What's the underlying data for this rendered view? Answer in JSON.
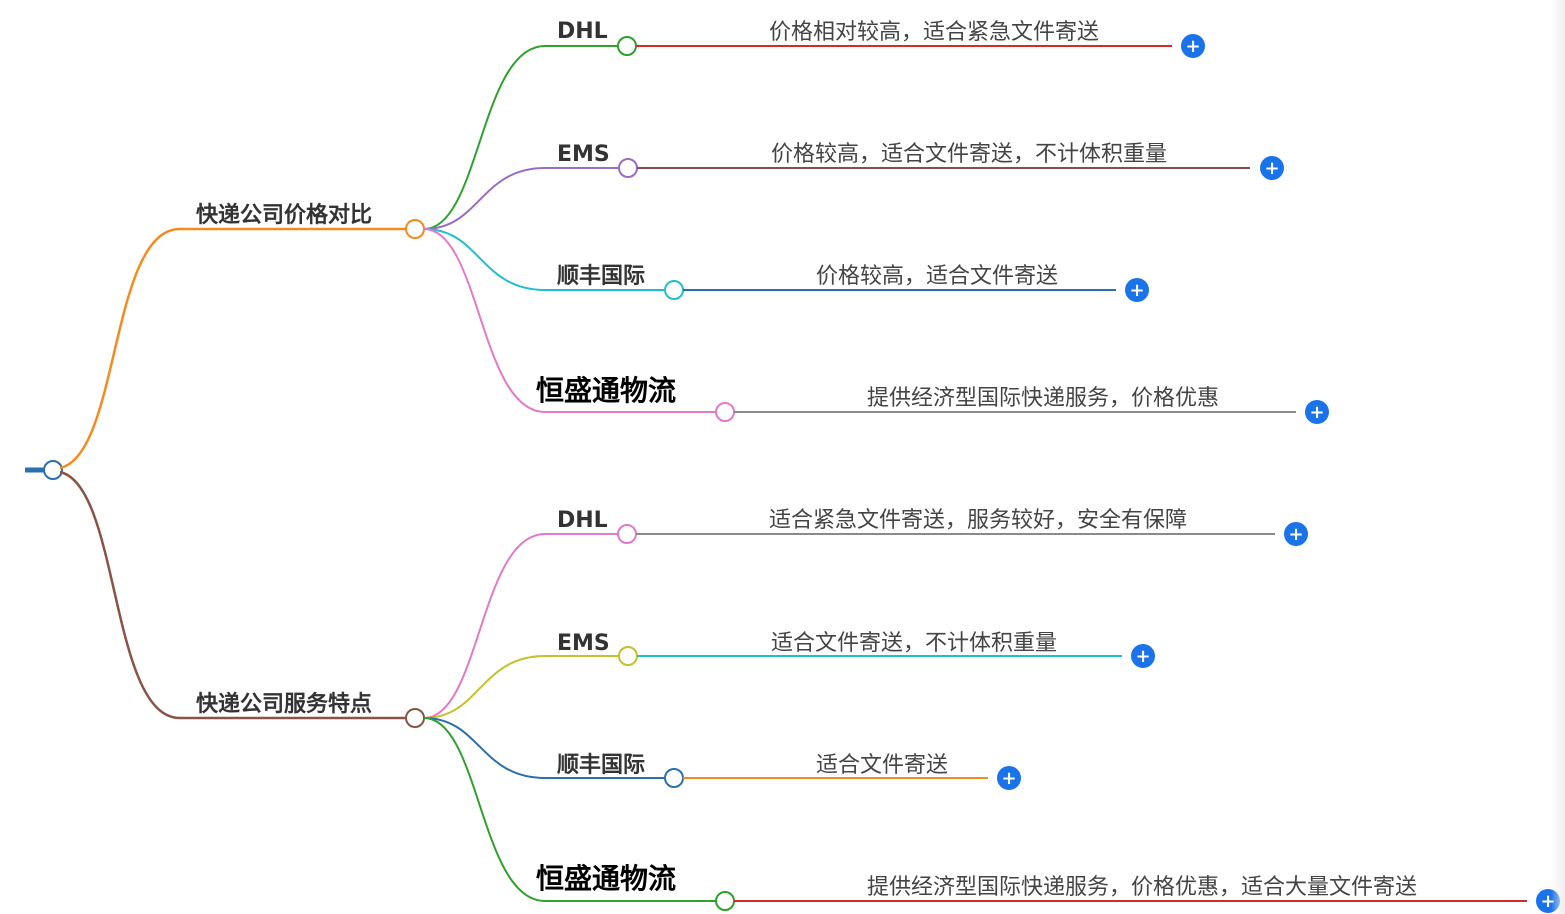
{
  "colors": {
    "root": "#2a6fb0",
    "expand_button": "#1a73e8",
    "text": "#333333"
  },
  "expand_symbol": "+",
  "branches": [
    {
      "label": "快递公司价格对比",
      "color": "#f38b1f",
      "items": [
        {
          "company": "DHL",
          "text": "价格相对较高，适合紧急文件寄送",
          "color": "#2ea12e",
          "line_color": "#d62a2a"
        },
        {
          "company": "EMS",
          "text": "价格较高，适合文件寄送，不计体积重量",
          "color": "#9b6cc5",
          "line_color": "#8e4a4a"
        },
        {
          "company": "顺丰国际",
          "text": "价格较高，适合文件寄送",
          "color": "#1fbfcf",
          "line_color": "#2a6fb0"
        },
        {
          "company": "恒盛通物流",
          "text": "提供经济型国际快递服务，价格优惠",
          "color": "#e27ac8",
          "line_color": "#8a8a8a",
          "emphasis": true
        }
      ]
    },
    {
      "label": "快递公司服务特点",
      "color": "#8a5444",
      "items": [
        {
          "company": "DHL",
          "text": "适合紧急文件寄送，服务较好，安全有保障",
          "color": "#e27ac8",
          "line_color": "#8a8a8a"
        },
        {
          "company": "EMS",
          "text": "适合文件寄送，不计体积重量",
          "color": "#c2c22a",
          "line_color": "#1fbfcf"
        },
        {
          "company": "顺丰国际",
          "text": "适合文件寄送",
          "color": "#2a6fb0",
          "line_color": "#f38b1f"
        },
        {
          "company": "恒盛通物流",
          "text": "提供经济型国际快递服务，价格优惠，适合大量文件寄送",
          "color": "#2ea12e",
          "line_color": "#d62a2a",
          "emphasis": true
        }
      ]
    }
  ]
}
